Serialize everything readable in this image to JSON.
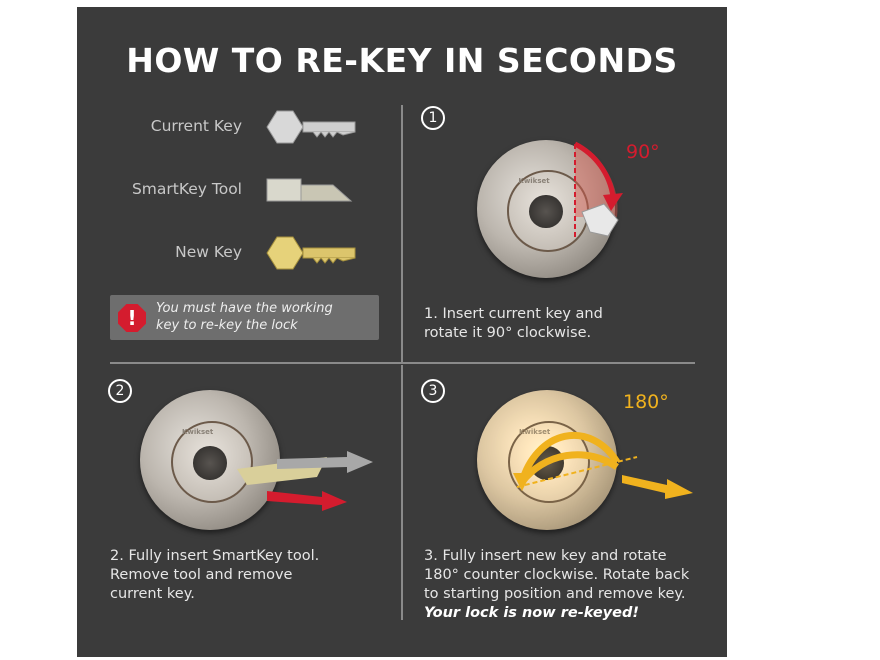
{
  "title": "HOW TO RE-KEY IN SECONDS",
  "legend": [
    {
      "label": "Current Key",
      "icon": "silver-key-icon"
    },
    {
      "label": "SmartKey Tool",
      "icon": "smartkey-tool-icon"
    },
    {
      "label": "New Key",
      "icon": "brass-key-icon"
    }
  ],
  "warning": {
    "line1": "You must have the working",
    "line2": "key to re-key the lock"
  },
  "steps": [
    {
      "number": "1",
      "angle": "90°",
      "lines": [
        "1. Insert current key and",
        "rotate it 90° clockwise."
      ]
    },
    {
      "number": "2",
      "lines": [
        "2. Fully insert SmartKey tool.",
        "Remove tool and remove",
        "current key."
      ]
    },
    {
      "number": "3",
      "angle": "180°",
      "lines": [
        "3. Fully insert new key and rotate",
        "180° counter clockwise. Rotate back",
        "to starting position and remove key."
      ],
      "emphasis": "Your lock is now re-keyed!"
    }
  ],
  "brand": "Kwikset",
  "colors": {
    "background": "#3b3b3b",
    "red": "#d41c2e",
    "gold": "#f0b21e"
  }
}
